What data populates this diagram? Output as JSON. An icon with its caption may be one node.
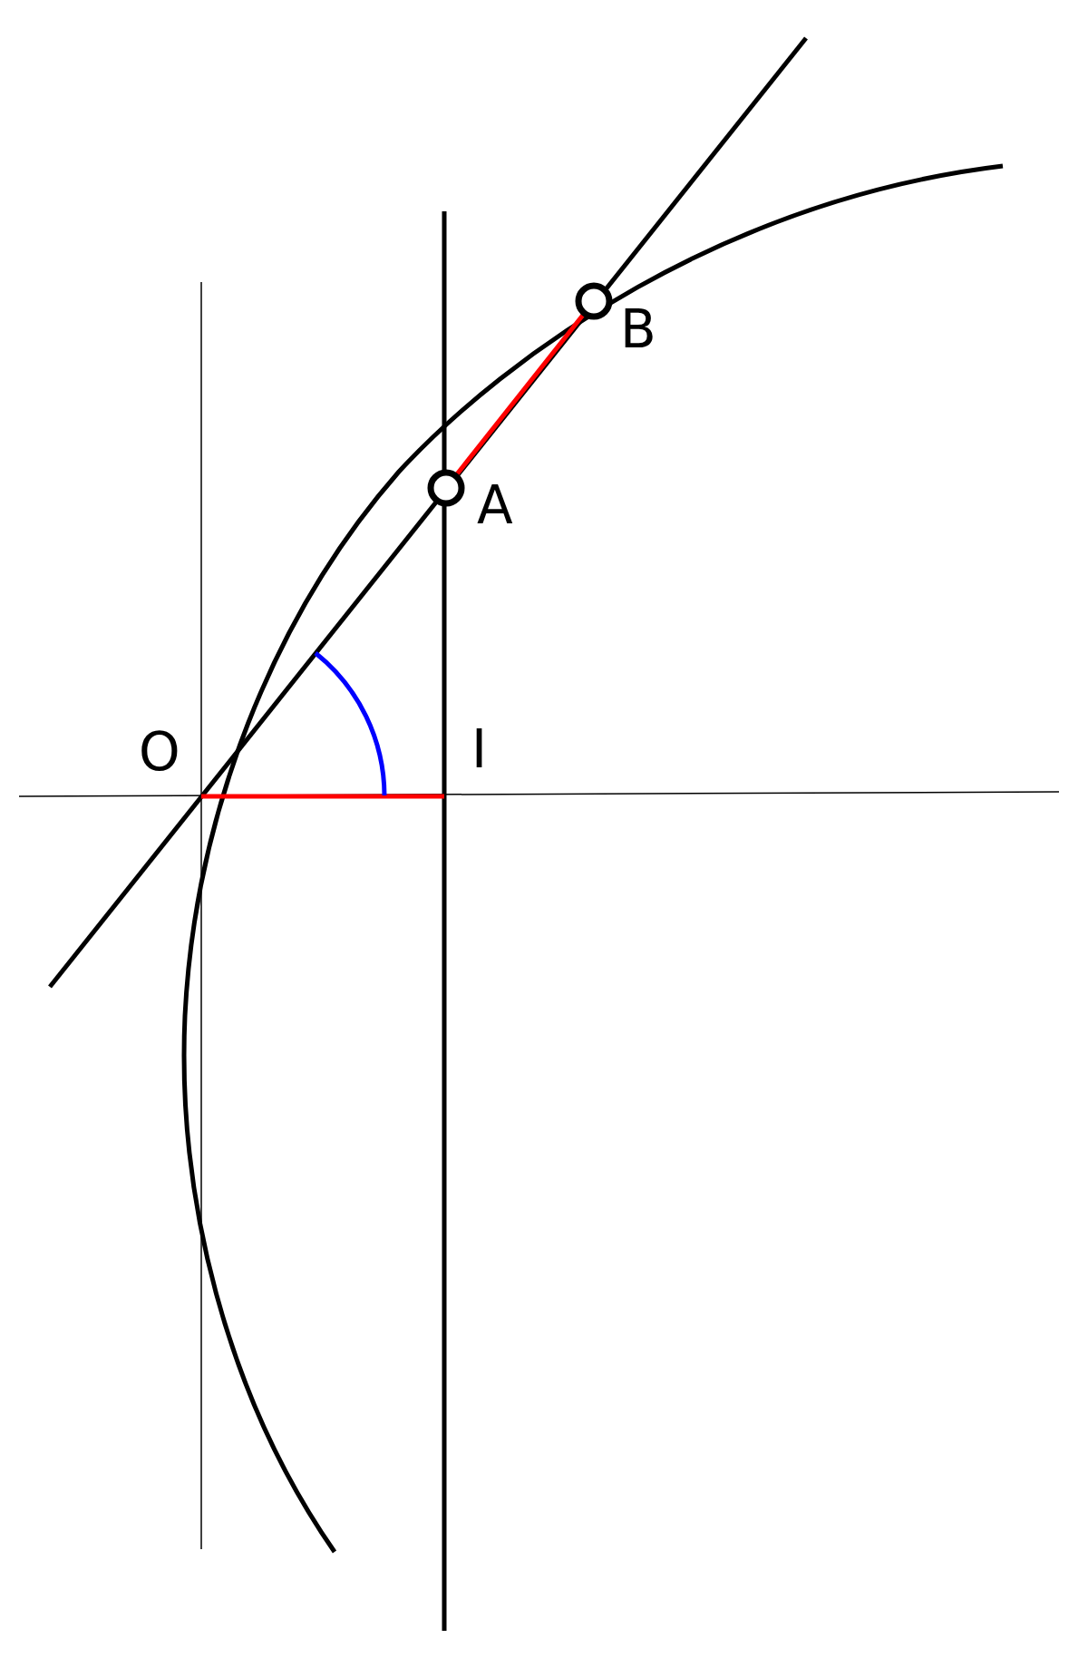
{
  "diagram": {
    "labels": [
      "B",
      "A",
      "O",
      "I"
    ]
  }
}
